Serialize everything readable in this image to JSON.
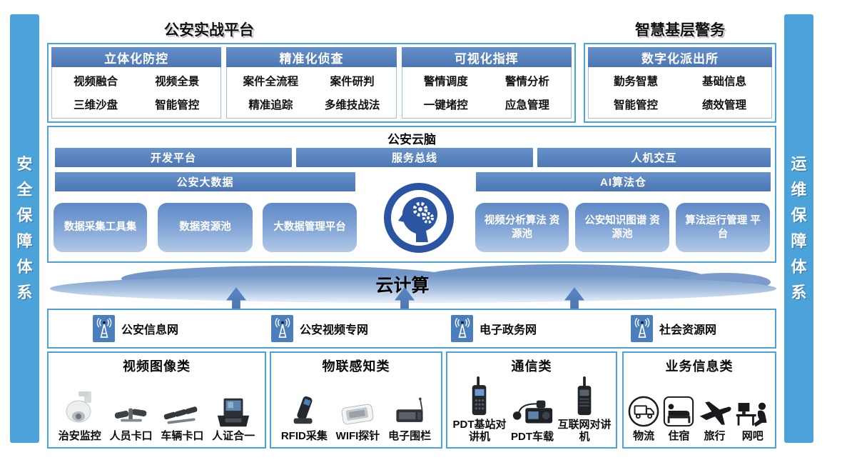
{
  "side_bars": {
    "left": "安全保障体系",
    "right": "运维保障体系"
  },
  "top": {
    "combat": {
      "title": "公安实战平台",
      "columns": [
        {
          "header": "立体化防控",
          "items": [
            "视频融合",
            "视频全景",
            "三维沙盘",
            "智能管控"
          ]
        },
        {
          "header": "精准化侦查",
          "items": [
            "案件全流程",
            "案件研判",
            "精准追踪",
            "多维技战法"
          ]
        },
        {
          "header": "可视化指挥",
          "items": [
            "警情调度",
            "警情分析",
            "一键堵控",
            "应急管理"
          ]
        }
      ]
    },
    "grassroots": {
      "title": "智慧基层警务",
      "columns": [
        {
          "header": "数字化派出所",
          "items": [
            "勤务智慧",
            "基础信息",
            "智能管控",
            "绩效管理"
          ]
        }
      ]
    }
  },
  "cloud_brain": {
    "title": "公安云脑",
    "bars": [
      "开发平台",
      "服务总线",
      "人机交互"
    ],
    "big_data": {
      "header": "公安大数据",
      "blocks": [
        "数据采集工具集",
        "数据资源池",
        "大数据管理平台"
      ]
    },
    "ai": {
      "header": "AI算法仓",
      "blocks": [
        "视频分析算法 资源池",
        "公安知识图谱 资源池",
        "算法运行管理 平台"
      ]
    },
    "center_icon": "brain-gears-icon"
  },
  "cloud_layer": {
    "label": "云计算"
  },
  "networks": {
    "items": [
      {
        "icon": "antenna-icon",
        "label": "公安信息网"
      },
      {
        "icon": "antenna-icon",
        "label": "公安视频专网"
      },
      {
        "icon": "antenna-icon",
        "label": "电子政务网"
      },
      {
        "icon": "antenna-icon",
        "label": "社会资源网"
      }
    ]
  },
  "device_groups": [
    {
      "title": "视频图像类",
      "items": [
        {
          "icon": "dome-camera-icon",
          "label": "治安监控"
        },
        {
          "icon": "checkpoint-camera-icon",
          "label": "人员卡口"
        },
        {
          "icon": "vehicle-camera-icon",
          "label": "车辆卡口"
        },
        {
          "icon": "id-terminal-icon",
          "label": "人证合一"
        }
      ]
    },
    {
      "title": "物联感知类",
      "items": [
        {
          "icon": "rfid-reader-icon",
          "label": "RFID采集"
        },
        {
          "icon": "wifi-probe-icon",
          "label": "WIFI探针"
        },
        {
          "icon": "efence-icon",
          "label": "电子围栏"
        }
      ]
    },
    {
      "title": "通信类",
      "items": [
        {
          "icon": "pdt-radio-icon",
          "label": "PDT基站对讲机"
        },
        {
          "icon": "car-radio-icon",
          "label": "PDT车载"
        },
        {
          "icon": "internet-radio-icon",
          "label": "互联网对讲机"
        }
      ]
    },
    {
      "title": "业务信息类",
      "items": [
        {
          "icon": "logistics-truck-icon",
          "label": "物流"
        },
        {
          "icon": "hotel-bed-icon",
          "label": "住宿"
        },
        {
          "icon": "travel-plane-icon",
          "label": "旅行"
        },
        {
          "icon": "netcafe-icon",
          "label": "网吧"
        }
      ]
    }
  ],
  "colors": {
    "header_blue": "#4d77b2",
    "border_blue": "#4ba3da",
    "sidebar_blue": "#4ba3da",
    "block_gradient_top": "#6089c5",
    "block_gradient_bottom": "#b3c9e7",
    "brain_blue": "#2b55a3",
    "arrow_blue": "#4f7cba",
    "net_icon_blue": "#4a7ebc"
  }
}
